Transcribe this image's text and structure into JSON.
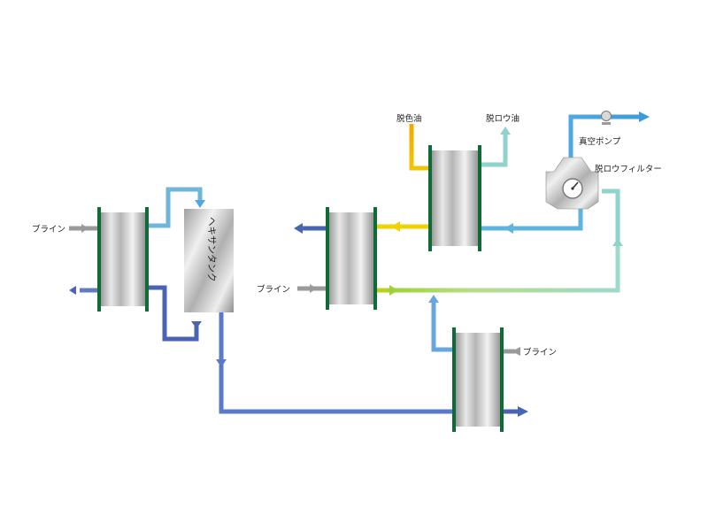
{
  "labels": {
    "brine_left": "ブライン",
    "brine_mid": "ブライン",
    "brine_right": "ブライン",
    "hexane_tank": "ヘキサンタンク",
    "decolorized_oil": "脱色油",
    "dewaxed_oil": "脱ロウ油",
    "vacuum_pump": "真空ポンプ",
    "dewax_filter": "脱ロウフィルター"
  },
  "colors": {
    "blue_dark": "#4a64b4",
    "blue_mid": "#5a87cf",
    "blue_light": "#4fa8e0",
    "cyan": "#6fc7df",
    "teal_light": "#8fd3cc",
    "yellow": "#f2d200",
    "orange": "#f2a800",
    "green_yellow": "#9fd23a",
    "grey": "#9a9a9a",
    "plate_green": "#0f6b36"
  }
}
